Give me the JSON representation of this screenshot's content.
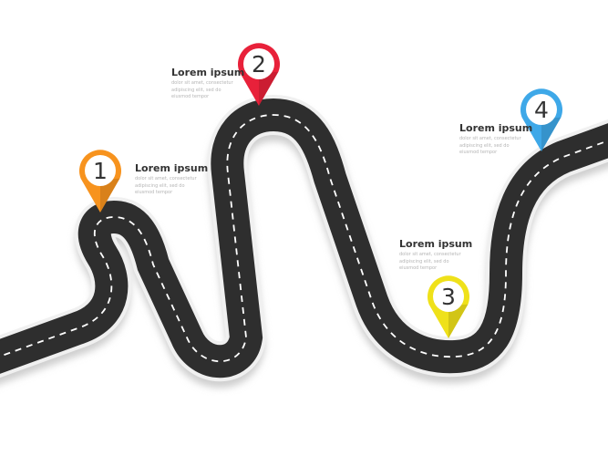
{
  "steps": [
    {
      "number": "1",
      "title": "Lorem ipsum",
      "lines": [
        "dolor sit amet, consectetur",
        "adipiscing elit, sed do",
        "eiusmod tempor"
      ],
      "color": "#f7931e"
    },
    {
      "number": "2",
      "title": "Lorem ipsum",
      "lines": [
        "dolor sit amet, consectetur",
        "adipiscing elit, sed do",
        "eiusmod tempor"
      ],
      "color": "#e8213a"
    },
    {
      "number": "3",
      "title": "Lorem ipsum",
      "lines": [
        "dolor sit amet, consectetur",
        "adipiscing elit, sed do",
        "eiusmod tempor"
      ],
      "color": "#efe11a"
    },
    {
      "number": "4",
      "title": "Lorem ipsum",
      "lines": [
        "dolor sit amet, consectetur",
        "adipiscing elit, sed do",
        "eiusmod tempor"
      ],
      "color": "#3ea8e8"
    }
  ],
  "road_color": "#2e2e2e"
}
